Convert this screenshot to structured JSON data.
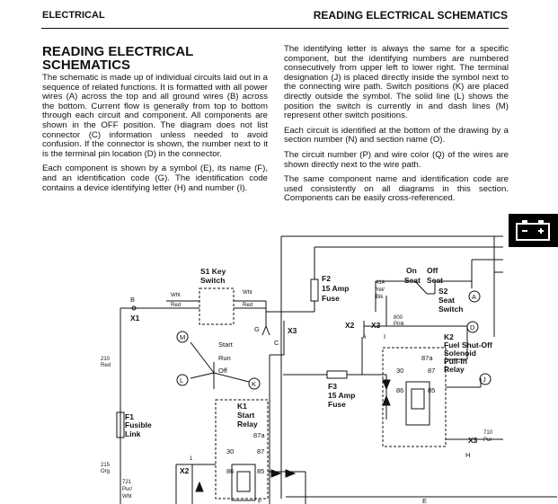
{
  "header": {
    "section": "ELECTRICAL",
    "title": "READING ELECTRICAL SCHEMATICS"
  },
  "article": {
    "title_line1": "READING ELECTRICAL",
    "title_line2": "SCHEMATICS",
    "left_p1": "The schematic is made up of individual circuits laid out in a sequence of related functions. It is formatted with all power wires (A) across the top and all ground wires (B) across the bottom. Current flow is generally from top to bottom through each circuit and component. All components are shown in the OFF position. The diagram does not list connector (C) information unless needed to avoid confusion. If the connector is shown, the number next to it is the terminal pin location (D) in the connector.",
    "left_p2": "Each component is shown by a symbol (E), its name (F), and an identification code (G). The identification code contains a device identifying letter (H) and number (I).",
    "right_p1": "The identifying letter is always the same for a specific component, but the identifying numbers are numbered consecutively from upper left to lower right. The terminal designation (J) is placed directly inside the symbol next to the connecting wire path. Switch positions (K) are placed directly outside the symbol. The solid line (L) shows the position the switch is currently in and dash lines (M) represent other switch positions.",
    "right_p2": "Each circuit is identified at the bottom of the drawing by a section number (N) and section name (O).",
    "right_p3": "The circuit number (P) and wire color (Q) of the wires are shown directly next to the wire path.",
    "right_p4": "The same component name and identification code are used consistently on all diagrams in this section. Components can be easily cross-referenced."
  },
  "tab": {
    "icon": "battery-icon"
  },
  "schematic": {
    "s1_id": "S1 Key",
    "s1_name": "Switch",
    "f2_id": "F2",
    "f2_name1": "15 Amp",
    "f2_name2": "Fuse",
    "on_seat": "On",
    "off_seat": "Off",
    "seat1": "Seat",
    "seat2": "Seat",
    "s2_id": "S2",
    "s2_name1": "Seat",
    "s2_name2": "Switch",
    "k2_id": "K2",
    "k2_name1": "Fuel Shut-Off",
    "k2_name2": "Solenoid",
    "k2_name3": "Pull-In",
    "k2_name4": "Relay",
    "f3_id": "F3",
    "f3_name1": "15 Amp",
    "f3_name2": "Fuse",
    "f1_id": "F1",
    "f1_name1": "Fusible",
    "f1_name2": "Link",
    "k1_id": "K1",
    "k1_name1": "Start",
    "k1_name2": "Relay",
    "x1": "X1",
    "x2": "X2",
    "x3": "X3",
    "x2b": "X2",
    "x3b": "X3",
    "x3c": "X3",
    "pos_start": "Start",
    "pos_run": "Run",
    "pos_off": "Off",
    "wire_wht": "Wht",
    "wire_red": "Red",
    "wire_wht2": "Wht",
    "wire_red2": "Red",
    "w414": "414",
    "w414c1": "Yel/",
    "w414c2": "Blk",
    "w800": "800",
    "w800c": "Pink",
    "w210": "210",
    "w210c": "Red",
    "w215": "215",
    "w215c": "Org",
    "w721": "721",
    "w721c1": "Pur/",
    "w721c2": "Wht",
    "w710": "710",
    "w710c": "Pur",
    "pin6": "6",
    "pin1": "1",
    "t87a": "87a",
    "t30": "30",
    "t87": "87",
    "t86": "86",
    "t85": "85",
    "k1_87a": "87a",
    "k1_30": "30",
    "k1_87": "87",
    "k1_86": "86",
    "k1_85": "85",
    "call_A": "A",
    "call_B": "B",
    "call_C": "C",
    "call_D": "D",
    "call_E": "E",
    "call_F": "F",
    "call_G": "G",
    "call_H": "H",
    "call_I": "I",
    "call_J": "J",
    "call_K": "K",
    "call_L": "L",
    "call_M": "M"
  }
}
